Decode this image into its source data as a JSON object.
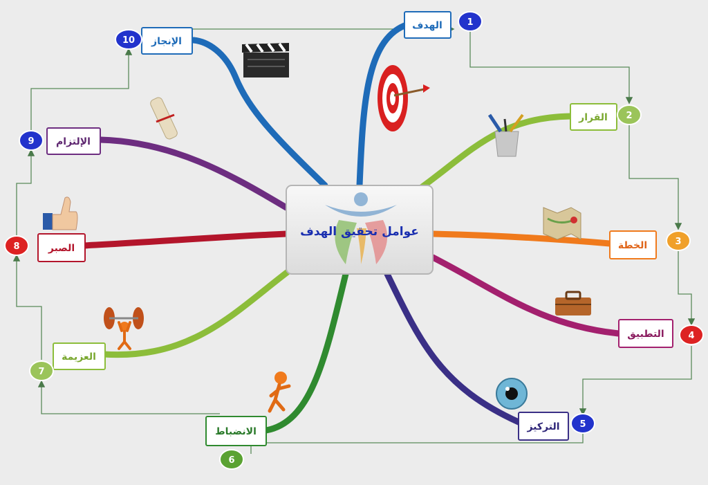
{
  "center": {
    "title": "عوامل تحقيق الهدف"
  },
  "nodes": [
    {
      "num": "1",
      "label": "الهدف",
      "color": "#1e6bb8",
      "num_color": "#2233cc"
    },
    {
      "num": "2",
      "label": "القرار",
      "color": "#8cbd3a",
      "num_color": "#9bc45a"
    },
    {
      "num": "3",
      "label": "الخطة",
      "color": "#f07a1c",
      "num_color": "#f0a02a"
    },
    {
      "num": "4",
      "label": "التطبيق",
      "color": "#a3206e",
      "num_color": "#dd2222"
    },
    {
      "num": "5",
      "label": "التركيز",
      "color": "#3a2f86",
      "num_color": "#2233cc"
    },
    {
      "num": "6",
      "label": "الانضباط",
      "color": "#2f8a2f",
      "num_color": "#5aa232"
    },
    {
      "num": "7",
      "label": "العزيمة",
      "color": "#8cbd3a",
      "num_color": "#9bc45a"
    },
    {
      "num": "8",
      "label": "الصبر",
      "color": "#b3152b",
      "num_color": "#dd2222"
    },
    {
      "num": "9",
      "label": "الإلتزام",
      "color": "#6d2d80",
      "num_color": "#2233cc"
    },
    {
      "num": "10",
      "label": "الإنجاز",
      "color": "#1e6bb8",
      "num_color": "#2233cc"
    }
  ]
}
